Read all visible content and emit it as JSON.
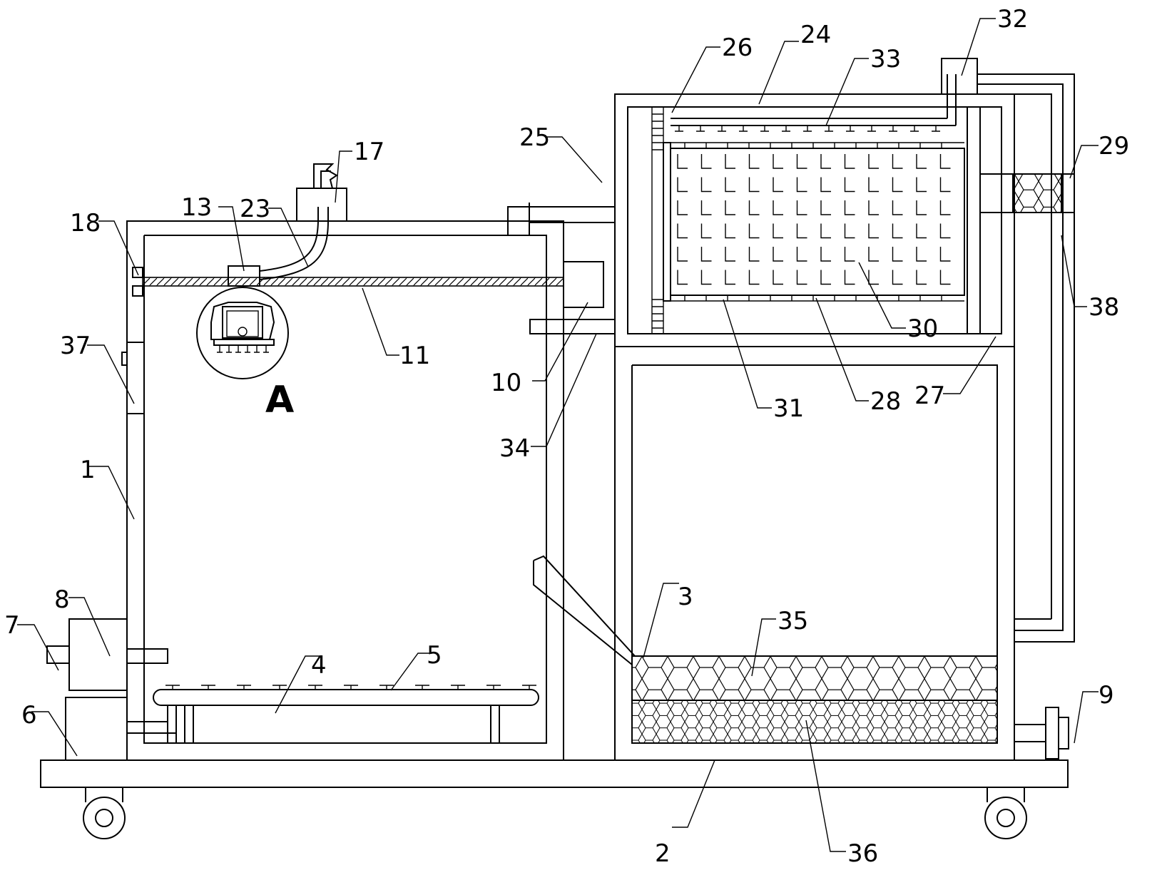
{
  "detail_mark": "A",
  "labels": {
    "l1": "1",
    "l2": "2",
    "l3": "3",
    "l4": "4",
    "l5": "5",
    "l6": "6",
    "l7": "7",
    "l8": "8",
    "l9": "9",
    "l10": "10",
    "l11": "11",
    "l13": "13",
    "l17": "17",
    "l18": "18",
    "l23": "23",
    "l24": "24",
    "l25": "25",
    "l26": "26",
    "l27": "27",
    "l28": "28",
    "l29": "29",
    "l30": "30",
    "l31": "31",
    "l32": "32",
    "l33": "33",
    "l34": "34",
    "l35": "35",
    "l36": "36",
    "l37": "37",
    "l38": "38"
  }
}
